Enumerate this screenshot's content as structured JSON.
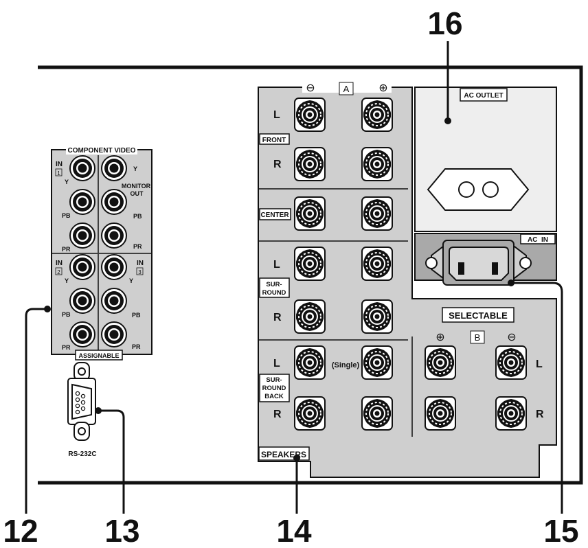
{
  "callouts": {
    "c12": "12",
    "c13": "13",
    "c14": "14",
    "c15": "15",
    "c16": "16"
  },
  "component_video": {
    "title": "COMPONENT VIDEO",
    "in_label": "IN",
    "in1_num": "1",
    "in2_num": "2",
    "in3_num": "3",
    "monitor_out": [
      "MONITOR",
      "OUT"
    ],
    "y": "Y",
    "pb": "PB",
    "pr": "PR",
    "assignable": "ASSIGNABLE"
  },
  "rs232c": "RS-232C",
  "speakers": {
    "minus": "⊖",
    "plus": "⊕",
    "a": "A",
    "b": "B",
    "l": "L",
    "r": "R",
    "front": "FRONT",
    "center": "CENTER",
    "surround": [
      "SUR-",
      "ROUND"
    ],
    "surround_back": [
      "SUR-",
      "ROUND",
      "BACK"
    ],
    "single": "(Single)",
    "speakers_label": "SPEAKERS",
    "selectable": "SELECTABLE"
  },
  "ac_outlet": "AC OUTLET",
  "ac_in": "AC  IN",
  "colors": {
    "panel": "#cfcfcf",
    "outlet_bg": "#eeeeee",
    "acin_bg": "#a9a9a9",
    "ink": "#111111"
  }
}
